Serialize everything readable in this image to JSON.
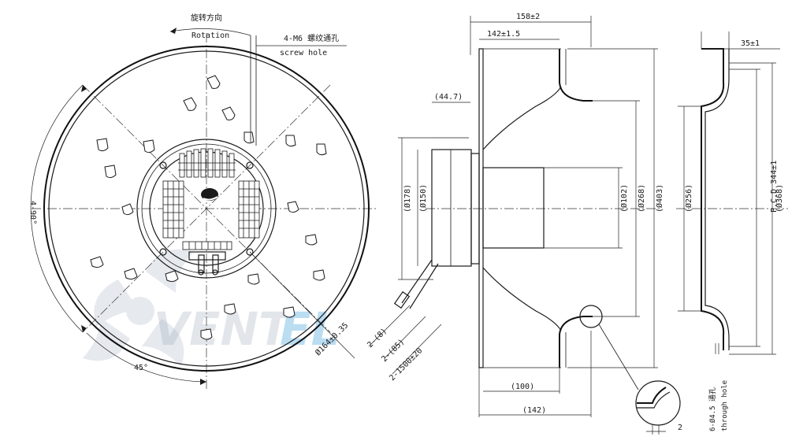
{
  "drawing": {
    "front_view": {
      "rotation_cn": "旋转方向",
      "rotation_en": "Rotation",
      "screw_hole_cn": "4-M6 螺纹通孔",
      "screw_hole_en": "screw hole",
      "angle_4x90": "4-90°",
      "angle_45": "45°",
      "pcd_dim": "Ø164±0.35",
      "cable_dim_1": "2-(8)",
      "cable_dim_2": "2-(85)",
      "cable_dim_3": "2-1500±20"
    },
    "side_view": {
      "width_total": "158±2",
      "width_inner": "142±1.5",
      "offset_left": "(44.7)",
      "dia_178": "(Ø178)",
      "dia_150": "(Ø150)",
      "dia_102": "(Ø102)",
      "dia_268": "(Ø268)",
      "dia_403": "(Ø403)",
      "bottom_100": "(100)",
      "bottom_142": "(142)",
      "detail_2": "2"
    },
    "ring_view": {
      "width": "35±1",
      "dia_256": "(Ø256)",
      "pcd": "P.C.D 344±1",
      "dia_368": "(Ø368)",
      "hole_cn": "6-Ø4.5 通孔",
      "hole_en": "through hole"
    },
    "watermark": {
      "brand_a": "VENT",
      "brand_b": "EL"
    }
  }
}
